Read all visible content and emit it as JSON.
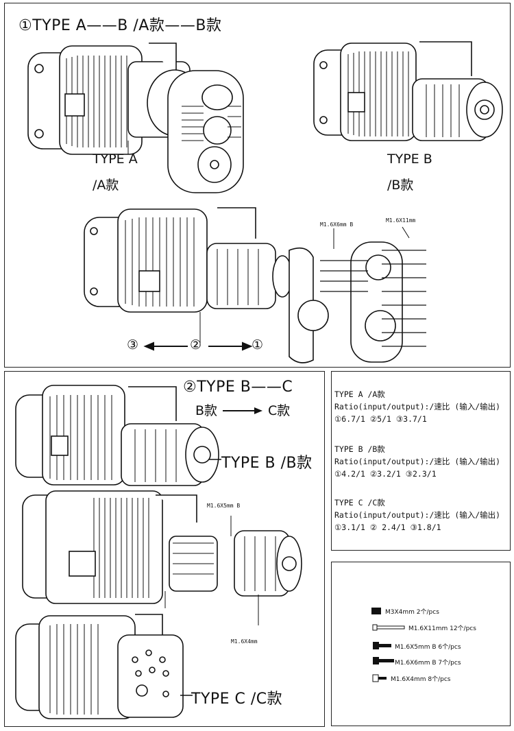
{
  "top": {
    "title": "①TYPE A——B  /A款——B款",
    "type_a": "TYPE  A",
    "type_a_cn": "/A款",
    "type_b": "TYPE  B",
    "type_b_cn": "/B款",
    "screw1": "M1.6X6mm  B",
    "screw2": "M1.6X11mm",
    "pos3": "③",
    "pos2": "②",
    "pos1": "①"
  },
  "left": {
    "title": "②TYPE  B——C",
    "subtitle_a": "B款",
    "subtitle_b": "C款",
    "type_b_label": "TYPE  B  /B款",
    "screw1": "M1.6X5mm  B",
    "screw2": "M1.6X4mm",
    "type_c_label": "TYPE  C  /C款"
  },
  "specs": [
    {
      "title": "TYPE  A  /A款",
      "ratio_label": "Ratio(input/output):/速比 (输入/输出)",
      "values": "①6.7/1  ②5/1  ③3.7/1"
    },
    {
      "title": "TYPE  B  /B款",
      "ratio_label": "Ratio(input/output):/速比 (输入/输出)",
      "values": "①4.2/1  ②3.2/1  ③2.3/1"
    },
    {
      "title": "TYPE  C  /C款",
      "ratio_label": "Ratio(input/output):/速比 (输入/输出)",
      "values": "①3.1/1  ② 2.4/1  ③1.8/1"
    }
  ],
  "legend": [
    {
      "label": "M3X4mm  2个/pcs"
    },
    {
      "label": "M1.6X11mm  12个/pcs"
    },
    {
      "label": "M1.6X5mm  B   6个/pcs"
    },
    {
      "label": "M1.6X6mm  B   7个/pcs"
    },
    {
      "label": "M1.6X4mm  8个/pcs"
    }
  ]
}
